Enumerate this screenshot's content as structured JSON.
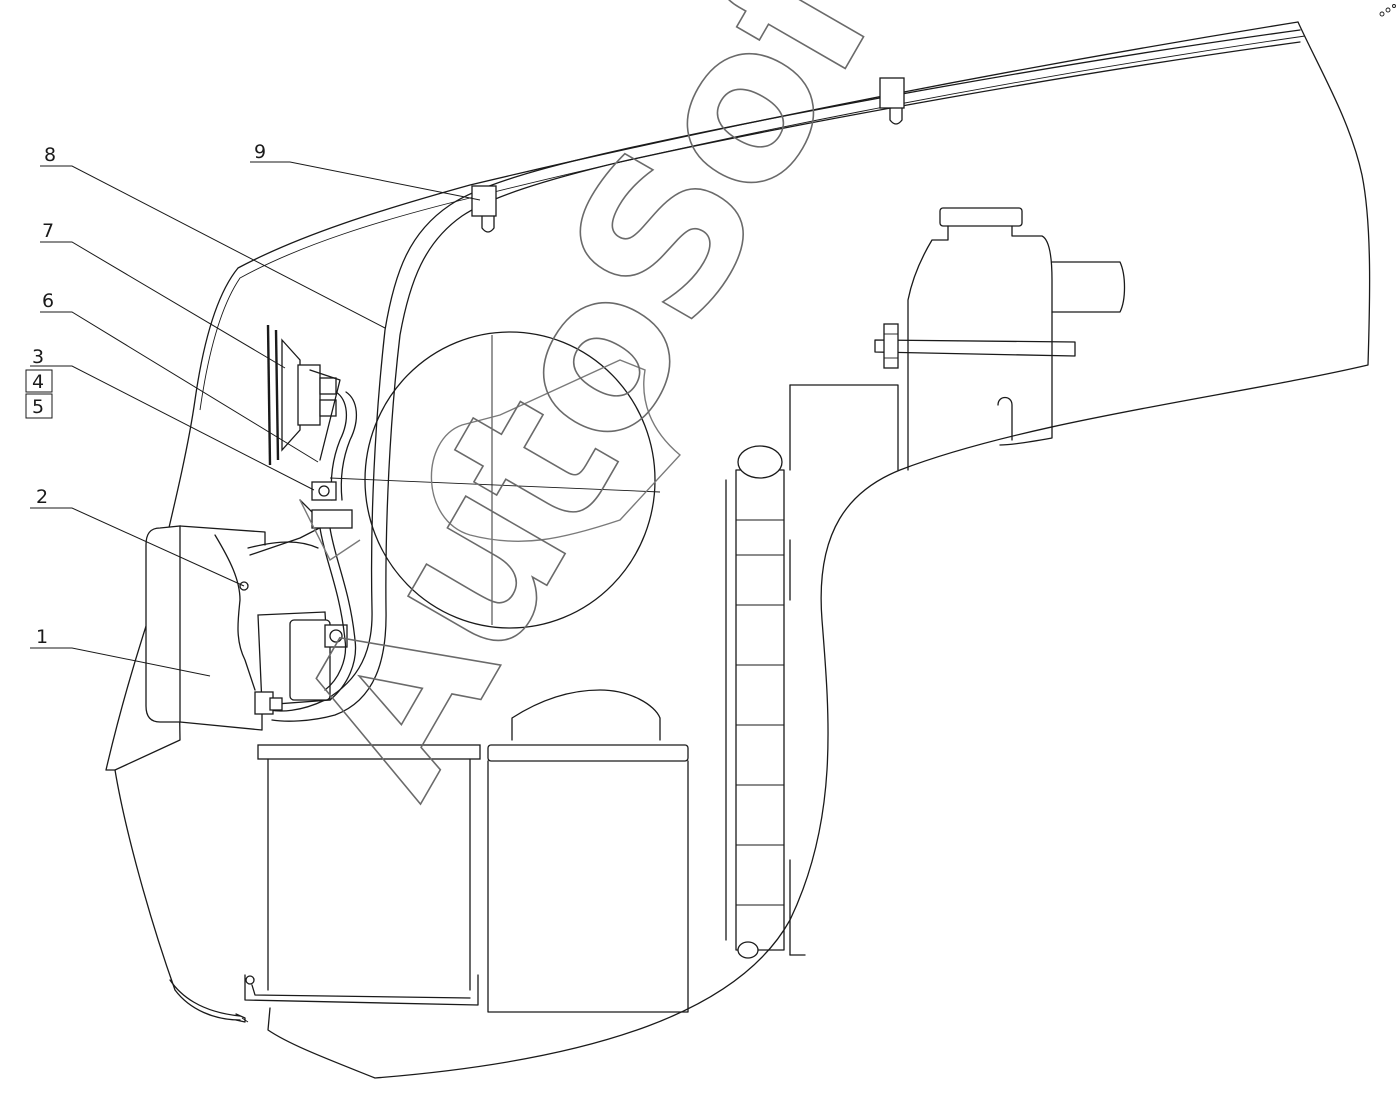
{
  "callouts": {
    "c1": "1",
    "c2": "2",
    "c3": "3",
    "c4": "4",
    "c5": "5",
    "c6": "6",
    "c7": "7",
    "c8": "8",
    "c9": "9"
  },
  "watermark": {
    "text": "AutoSoft"
  }
}
